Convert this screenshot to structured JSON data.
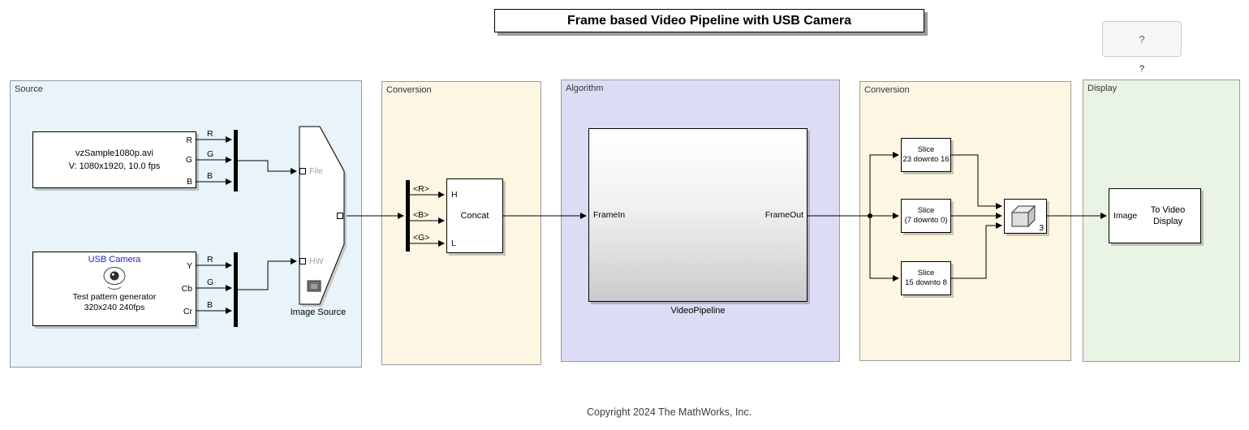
{
  "title": "Frame based Video Pipeline with USB Camera",
  "help": {
    "button_label": "?",
    "caption": "?"
  },
  "footer": "Copyright 2024 The MathWorks, Inc.",
  "regions": {
    "source": "Source",
    "conversion_in": "Conversion",
    "algorithm": "Algorithm",
    "conversion_out": "Conversion",
    "display": "Display"
  },
  "source": {
    "file_block": {
      "name": "vzSample1080p.avi",
      "info": "V: 1080x1920, 10.0 fps",
      "ports": [
        "R",
        "G",
        "B"
      ]
    },
    "file_signals": [
      "R",
      "G",
      "B"
    ],
    "usb_block": {
      "title": "USB Camera",
      "desc1": "Test pattern generator",
      "desc2": "320x240 240fps",
      "ports": [
        "Y",
        "Cb",
        "Cr"
      ]
    },
    "usb_signals": [
      "R",
      "G",
      "B"
    ],
    "image_source": {
      "label": "Image Source",
      "file_port": "File",
      "hw_port": "HW"
    }
  },
  "conversion_in": {
    "signals": [
      "<R>",
      "<B>",
      "<G>"
    ],
    "concat": {
      "label": "Concat",
      "top_port": "H",
      "bottom_port": "L"
    }
  },
  "algorithm": {
    "pipeline": {
      "label": "VideoPipeline",
      "in_port": "FrameIn",
      "out_port": "FrameOut"
    }
  },
  "conversion_out": {
    "slices": [
      {
        "line1": "Slice",
        "line2": "23 downto 16"
      },
      {
        "line1": "Slice",
        "line2": "(7 downto 0)"
      },
      {
        "line1": "Slice",
        "line2": "15 downto 8"
      }
    ],
    "concat_count": "3"
  },
  "display": {
    "to_video": {
      "port": "Image",
      "line1": "To Video",
      "line2": "Display"
    }
  },
  "icons": {
    "webcam": "webcam-icon",
    "cube": "concatenate-cube-icon",
    "image": "image-frame-icon"
  },
  "colors": {
    "source_fill": "#e8f3fa",
    "conversion_fill": "#fdf6e3",
    "algorithm_fill": "#dcdcf5",
    "display_fill": "#eaf4e5",
    "usb_title": "#2222cc"
  }
}
